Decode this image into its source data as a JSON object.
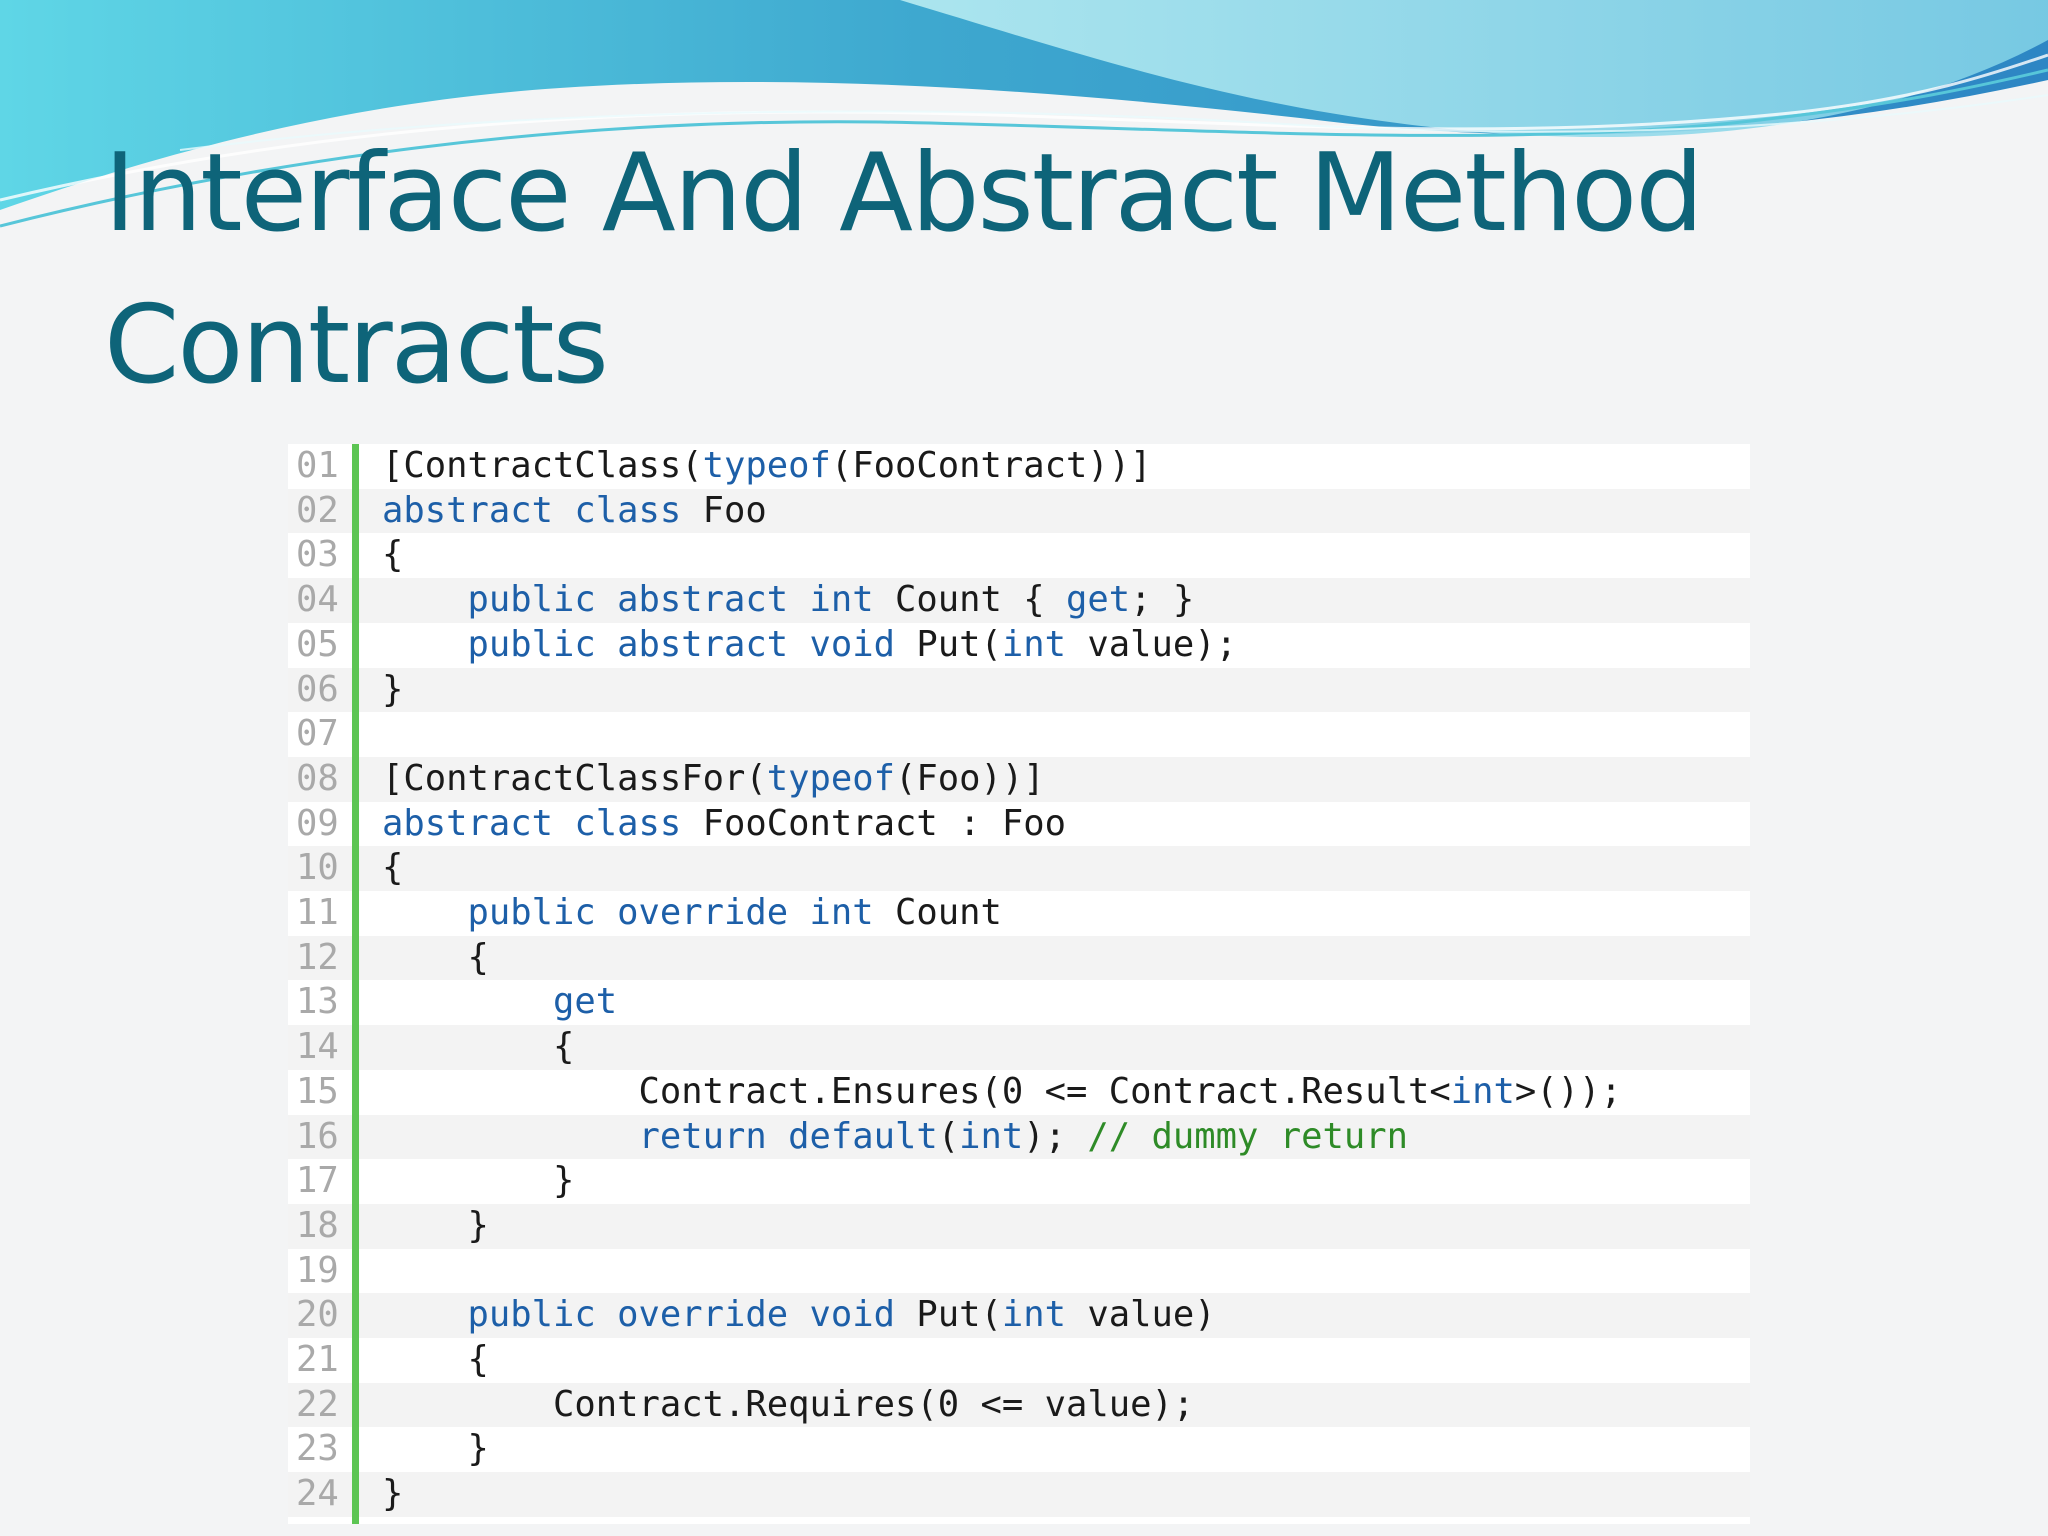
{
  "slide": {
    "title_lines": [
      "Interface And Abstract Method",
      "Contracts"
    ]
  },
  "colors": {
    "title": "#0e6479",
    "keyword": "#1d5fa8",
    "comment": "#2e8b27",
    "line_number": "#a9a9a9",
    "gutter_bar": "#5cc553"
  },
  "code": {
    "lines": [
      {
        "n": "01",
        "code": "[ContractClass(typeof(FooContract))]",
        "kw": [
          "typeof"
        ]
      },
      {
        "n": "02",
        "code": "abstract class Foo",
        "kw": [
          "abstract",
          "class"
        ]
      },
      {
        "n": "03",
        "code": "{",
        "kw": []
      },
      {
        "n": "04",
        "code": "    public abstract int Count { get; }",
        "kw": [
          "public",
          "abstract",
          "int",
          "get"
        ]
      },
      {
        "n": "05",
        "code": "    public abstract void Put(int value);",
        "kw": [
          "public",
          "abstract",
          "void",
          "int"
        ]
      },
      {
        "n": "06",
        "code": "}",
        "kw": []
      },
      {
        "n": "07",
        "code": "",
        "kw": []
      },
      {
        "n": "08",
        "code": "[ContractClassFor(typeof(Foo))]",
        "kw": [
          "typeof"
        ]
      },
      {
        "n": "09",
        "code": "abstract class FooContract : Foo",
        "kw": [
          "abstract",
          "class"
        ]
      },
      {
        "n": "10",
        "code": "{",
        "kw": []
      },
      {
        "n": "11",
        "code": "    public override int Count",
        "kw": [
          "public",
          "override",
          "int"
        ]
      },
      {
        "n": "12",
        "code": "    {",
        "kw": []
      },
      {
        "n": "13",
        "code": "        get",
        "kw": [
          "get"
        ]
      },
      {
        "n": "14",
        "code": "        {",
        "kw": []
      },
      {
        "n": "15",
        "code": "            Contract.Ensures(0 <= Contract.Result<int>());",
        "kw": [
          "int"
        ]
      },
      {
        "n": "16",
        "code": "            return default(int); // dummy return",
        "kw": [
          "return",
          "default",
          "int"
        ]
      },
      {
        "n": "17",
        "code": "        }",
        "kw": []
      },
      {
        "n": "18",
        "code": "    }",
        "kw": []
      },
      {
        "n": "19",
        "code": "",
        "kw": []
      },
      {
        "n": "20",
        "code": "    public override void Put(int value)",
        "kw": [
          "public",
          "override",
          "void",
          "int"
        ]
      },
      {
        "n": "21",
        "code": "    {",
        "kw": []
      },
      {
        "n": "22",
        "code": "        Contract.Requires(0 <= value);",
        "kw": []
      },
      {
        "n": "23",
        "code": "    }",
        "kw": []
      },
      {
        "n": "24",
        "code": "}",
        "kw": []
      }
    ]
  }
}
